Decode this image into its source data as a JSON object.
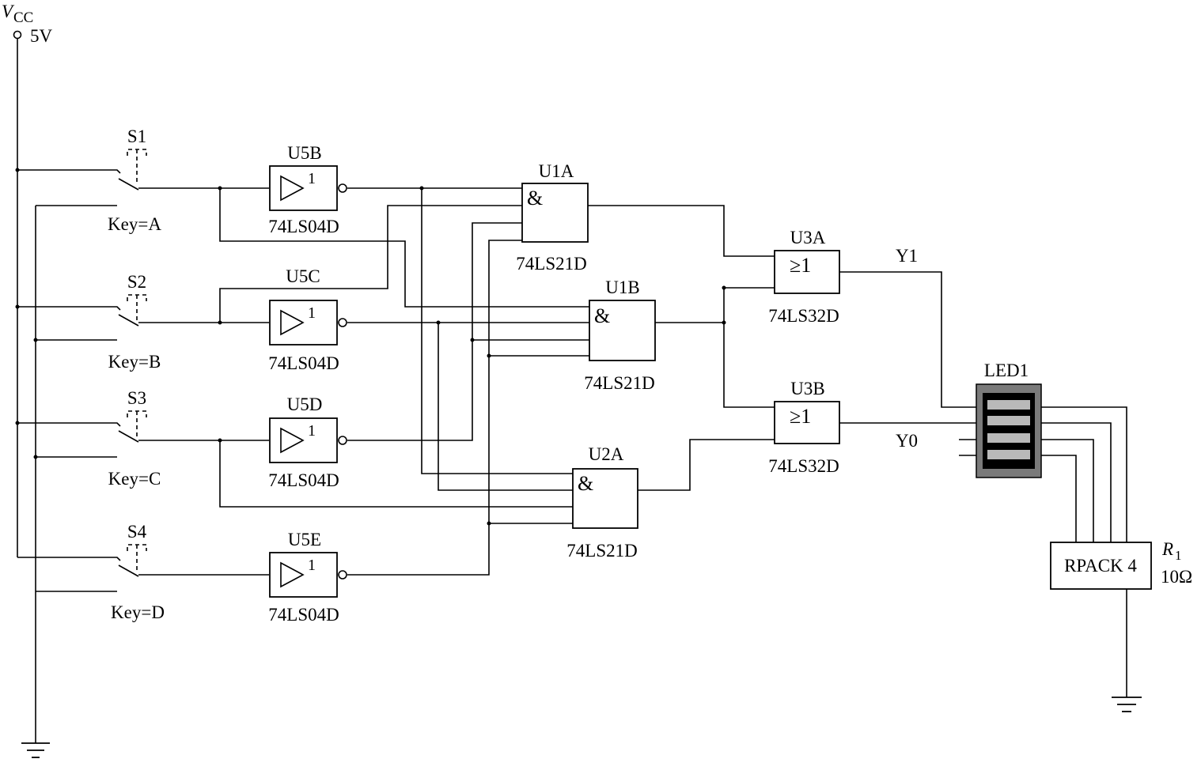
{
  "power": {
    "name_main": "V",
    "name_sub": "CC",
    "value": "5V"
  },
  "switches": [
    {
      "ref": "S1",
      "key": "Key=A"
    },
    {
      "ref": "S2",
      "key": "Key=B"
    },
    {
      "ref": "S3",
      "key": "Key=C"
    },
    {
      "ref": "S4",
      "key": "Key=D"
    }
  ],
  "inverters": [
    {
      "ref": "U5B",
      "part": "74LS04D",
      "symbol": "1"
    },
    {
      "ref": "U5C",
      "part": "74LS04D",
      "symbol": "1"
    },
    {
      "ref": "U5D",
      "part": "74LS04D",
      "symbol": "1"
    },
    {
      "ref": "U5E",
      "part": "74LS04D",
      "symbol": "1"
    }
  ],
  "and_gates": [
    {
      "ref": "U1A",
      "part": "74LS21D",
      "symbol": "&"
    },
    {
      "ref": "U1B",
      "part": "74LS21D",
      "symbol": "&"
    },
    {
      "ref": "U2A",
      "part": "74LS21D",
      "symbol": "&"
    }
  ],
  "or_gates": [
    {
      "ref": "U3A",
      "part": "74LS32D",
      "symbol": "≥1"
    },
    {
      "ref": "U3B",
      "part": "74LS32D",
      "symbol": "≥1"
    }
  ],
  "outputs": {
    "y1": "Y1",
    "y0": "Y0"
  },
  "led": {
    "ref": "LED1",
    "body_color": "#7a7a7a",
    "segment_color": "#b9b9b9"
  },
  "resistor": {
    "part": "RPACK 4",
    "ref_main": "R",
    "ref_sub": "1",
    "value": "10Ω"
  }
}
